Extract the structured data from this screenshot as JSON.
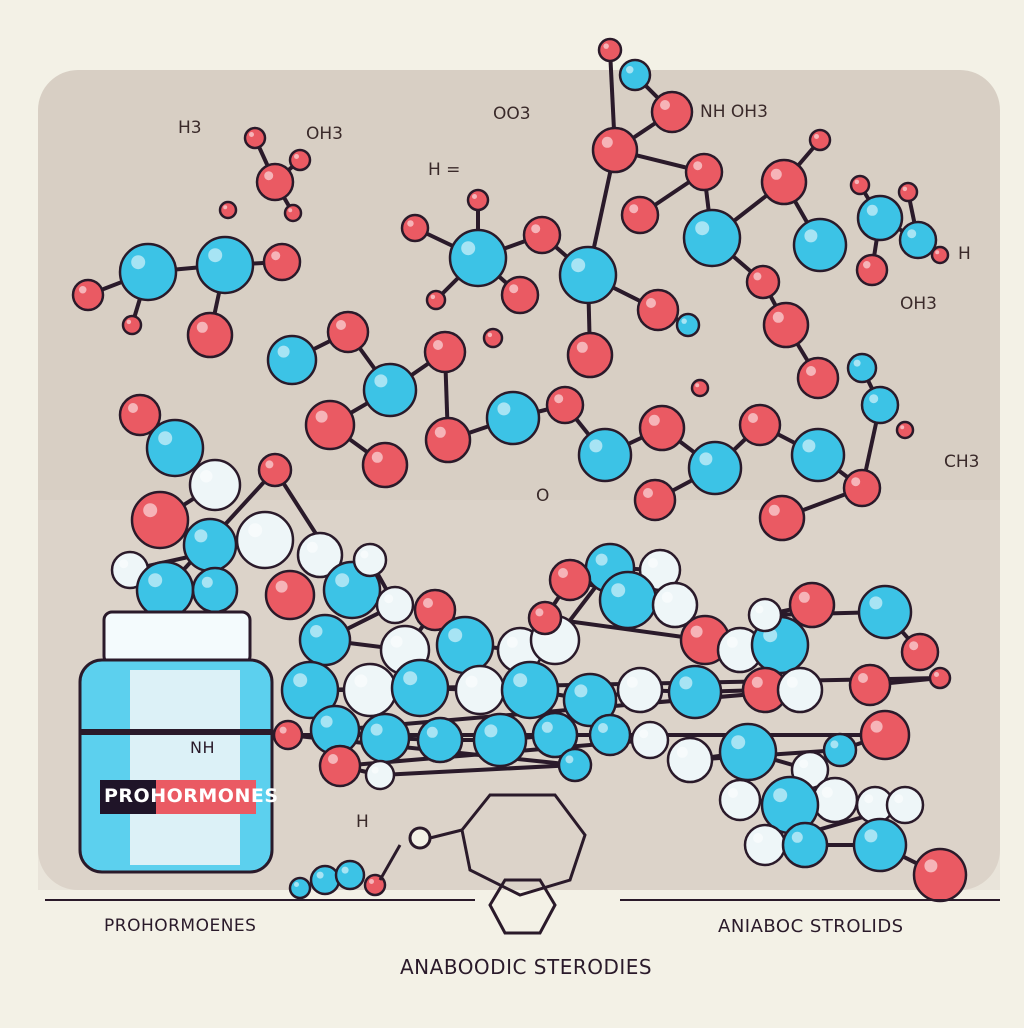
{
  "labels": {
    "bottle_label": "PROHORMONES",
    "bottle_formula": "NH",
    "left_caption": "PROHORMOENES",
    "right_caption": "ANIABOC STROLIDS",
    "bottom_caption": "ANABOODIC STERODIES"
  },
  "chem_annotations": {
    "h3_left": "H3",
    "oh3_left": "OH3",
    "oo3_top": "OO3",
    "h_eq": "H =",
    "nh_oh3_top": "NH OH3",
    "h_right": "H",
    "oh3_right": "OH3",
    "ch3_right": "CH3",
    "o_mid": "O",
    "h_bottom": "H"
  },
  "colors": {
    "background": "#f3f1e6",
    "panel": "#d8cfc4",
    "atom_blue": "#3cc3e6",
    "atom_red": "#ea5a63",
    "atom_white": "#eef6f8",
    "outline": "#2a1a2a",
    "bottle": "#5cd0ee"
  }
}
